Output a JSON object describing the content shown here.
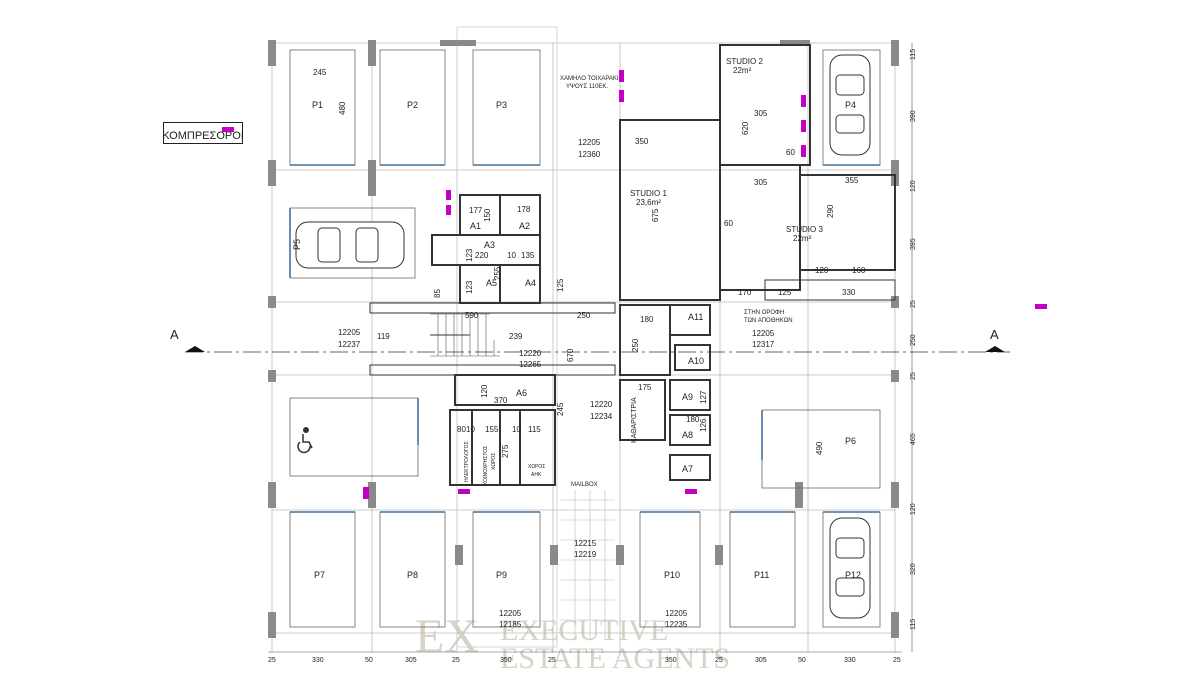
{
  "legend": {
    "label": "ΚΟΜΠΡΕΣΟΡΟΙ",
    "swatch_color": "#c400c4"
  },
  "section": {
    "left": "A",
    "right": "A"
  },
  "parking": [
    "P1",
    "P2",
    "P3",
    "P4",
    "P5",
    "P6",
    "P7",
    "P8",
    "P9",
    "P10",
    "P11",
    "P12"
  ],
  "storage": [
    "A1",
    "A2",
    "A3",
    "A4",
    "A5",
    "A6",
    "A7",
    "A8",
    "A9",
    "A10",
    "A11"
  ],
  "studios": {
    "s1": {
      "name": "STUDIO 1",
      "area": "23,6m²"
    },
    "s2": {
      "name": "STUDIO 2",
      "area": "22m²"
    },
    "s3": {
      "name": "STUDIO 3",
      "area": "22m²"
    }
  },
  "labels": {
    "low_wall": "ΧΑΜΗΛΟ ΤΟΙΧΑΡΑΚΙ",
    "low_wall_h": "ΥΨΟΥΣ 110ΕΚ.",
    "roof_storage_1": "ΣΤΗΝ ΟΡΟΦΗ",
    "roof_storage_2": "ΤΩΝ ΑΠΟΘΗΚΩΝ",
    "cleaning": "ΚΑΘΑΡΙΣΤΡΙΑ",
    "electric": "ΗΛΕΚΤΡΟΛΟΓΟΣ",
    "trash_1": "ΚΟΙΝΟΧΡΗΣΤΟΣ",
    "trash_2": "ΧΩΡΟΣ",
    "ahk_1": "ΧΩΡΟΣ",
    "ahk_2": "ΑΗΚ",
    "mailbox": "MAILBOX"
  },
  "levels": [
    {
      "top": "12205",
      "bottom": "12360"
    },
    {
      "top": "12205",
      "bottom": "12237"
    },
    {
      "top": "12220",
      "bottom": "12265"
    },
    {
      "top": "12205",
      "bottom": "12317"
    },
    {
      "top": "12220",
      "bottom": "12234"
    },
    {
      "top": "12215",
      "bottom": "12219"
    },
    {
      "top": "12205",
      "bottom": "12185"
    },
    {
      "top": "12205",
      "bottom": "12235"
    }
  ],
  "dims": {
    "bottom": [
      "25",
      "330",
      "50",
      "305",
      "25",
      "350",
      "25",
      "350",
      "25",
      "305",
      "50",
      "330",
      "25"
    ],
    "right": [
      "115",
      "390",
      "120",
      "395",
      "25",
      "250",
      "25",
      "465",
      "120",
      "320",
      "115"
    ],
    "inner": [
      "245",
      "480",
      "177",
      "150",
      "178",
      "220",
      "123",
      "10",
      "135",
      "255",
      "123",
      "85",
      "590",
      "119",
      "239",
      "250",
      "670",
      "125",
      "180",
      "250",
      "120",
      "370",
      "80",
      "10",
      "155",
      "10",
      "115",
      "275",
      "245",
      "350",
      "675",
      "620",
      "305",
      "60",
      "305",
      "60",
      "355",
      "290",
      "120",
      "160",
      "125",
      "330",
      "170",
      "175",
      "180",
      "127",
      "126",
      "490"
    ]
  },
  "watermark": {
    "line1": "EXECUTIVE",
    "line2": "ESTATE AGENTS",
    "mark": "EX"
  }
}
